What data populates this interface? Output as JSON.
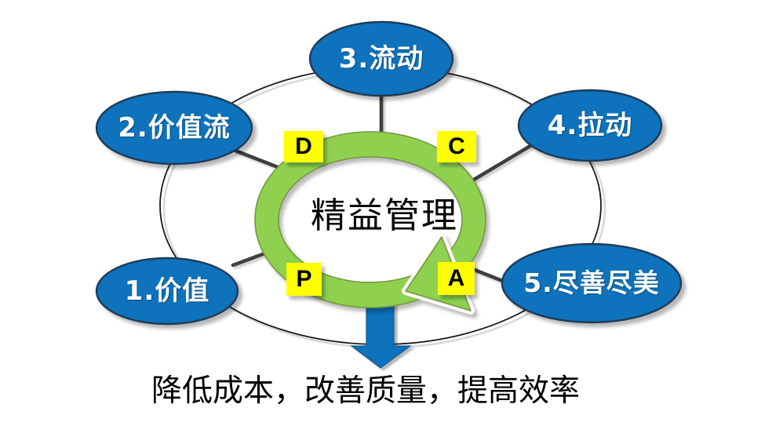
{
  "diagram": {
    "center_label": "精益管理",
    "caption": "降低成本，改善质量，提高效率",
    "pdca_badges": [
      {
        "letter": "P"
      },
      {
        "letter": "D"
      },
      {
        "letter": "C"
      },
      {
        "letter": "A"
      }
    ],
    "principle_nodes": [
      {
        "label": "1.价值"
      },
      {
        "label": "2.价值流"
      },
      {
        "label": "3.流动"
      },
      {
        "label": "4.拉动"
      },
      {
        "label": "5.尽善尽美"
      }
    ],
    "colors": {
      "node_blue": "#0e72bc",
      "node_outline": "#1f3b57",
      "ring_green": "#8fd14f",
      "ring_outline": "#7a9a45",
      "badge_yellow": "#ffff00",
      "arrow_blue": "#0e72bc",
      "connector_gray": "#3f3f3f",
      "outer_ellipse_black": "#1a1a1a"
    }
  }
}
